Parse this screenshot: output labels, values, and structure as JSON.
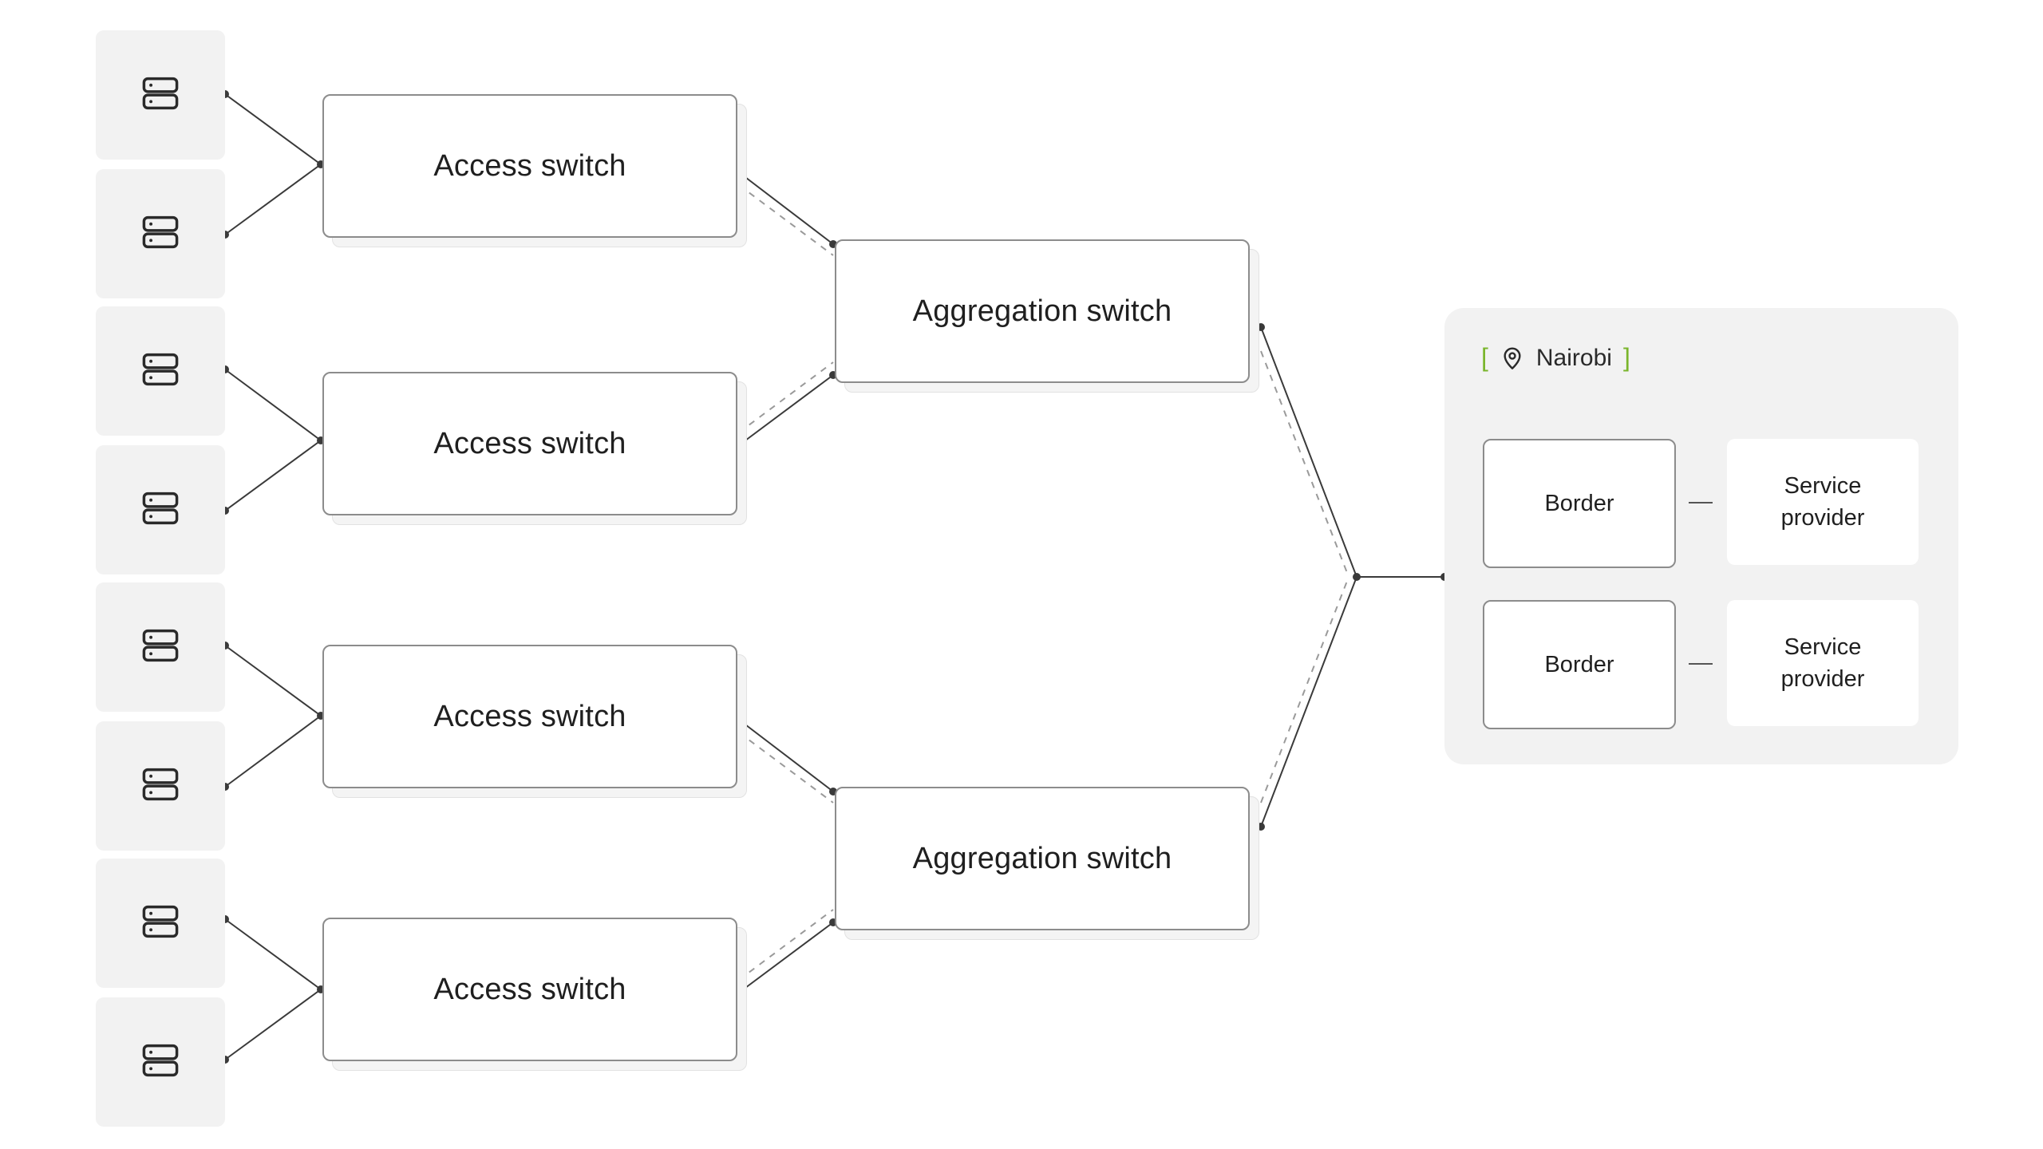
{
  "diagram": {
    "servers": [
      {
        "icon": "server-icon"
      },
      {
        "icon": "server-icon"
      },
      {
        "icon": "server-icon"
      },
      {
        "icon": "server-icon"
      },
      {
        "icon": "server-icon"
      },
      {
        "icon": "server-icon"
      },
      {
        "icon": "server-icon"
      },
      {
        "icon": "server-icon"
      }
    ],
    "access_switches": [
      {
        "label": "Access switch"
      },
      {
        "label": "Access switch"
      },
      {
        "label": "Access switch"
      },
      {
        "label": "Access switch"
      }
    ],
    "aggregation_switches": [
      {
        "label": "Aggregation switch"
      },
      {
        "label": "Aggregation switch"
      }
    ],
    "region": {
      "bracket_open": "[",
      "bracket_close": "]",
      "icon": "location-pin-icon",
      "name": "Nairobi",
      "rows": [
        {
          "border_label": "Border",
          "provider_label": "Service\nprovider"
        },
        {
          "border_label": "Border",
          "provider_label": "Service\nprovider"
        }
      ]
    },
    "colors": {
      "accent": "#7ab52c",
      "line": "#3a3a3a",
      "panel": "#f2f2f2",
      "card_border": "#8c8c8c"
    }
  }
}
